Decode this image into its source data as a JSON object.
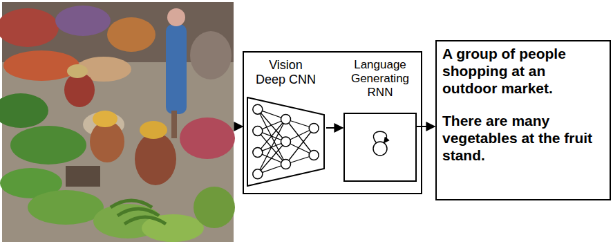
{
  "diagram": {
    "nodes": [
      {
        "text": [
          "Vision Deep CNN"
        ]
      },
      {
        "text": [
          "Language Generating RNN"
        ]
      },
      {
        "text": [
          "A group of people shopping at an outdoor market.",
          "There are many vegetables at the fruit stand."
        ]
      }
    ],
    "edges": [
      {
        "from": 0,
        "to": 1,
        "arrow": "to"
      },
      {
        "from": 1,
        "to": 2,
        "arrow": "to"
      }
    ]
  }
}
